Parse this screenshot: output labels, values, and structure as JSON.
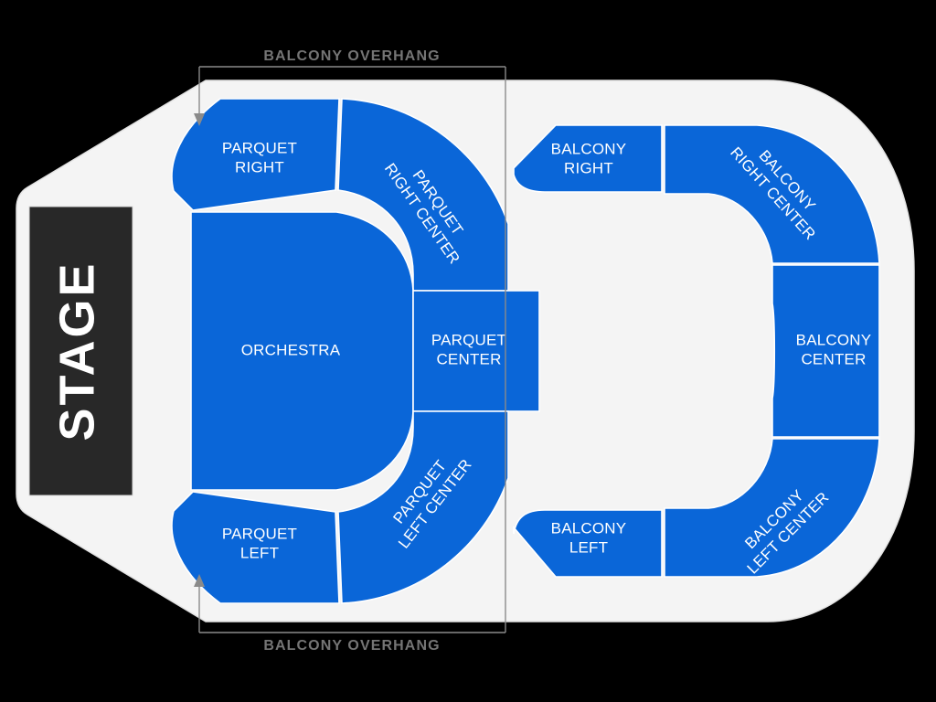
{
  "venue": {
    "stage": {
      "label": "STAGE"
    },
    "annotations": {
      "overhang_top": "BALCONY OVERHANG",
      "overhang_bottom": "BALCONY OVERHANG"
    },
    "colors": {
      "section_fill": "#0a66d8",
      "section_stroke": "#ffffff",
      "floor": "#f4f4f4",
      "stage_fill": "#282828",
      "annotation_text": "#757575",
      "background": "#000000"
    },
    "sections": [
      {
        "id": "parquet-right",
        "label_line1": "PARQUET",
        "label_line2": "RIGHT",
        "rotation": 0
      },
      {
        "id": "parquet-right-center",
        "label_line1": "PARQUET",
        "label_line2": "RIGHT CENTER",
        "rotation": 55
      },
      {
        "id": "orchestra",
        "label_line1": "ORCHESTRA",
        "label_line2": "",
        "rotation": 0
      },
      {
        "id": "parquet-center",
        "label_line1": "PARQUET",
        "label_line2": "CENTER",
        "rotation": 0
      },
      {
        "id": "parquet-left-center",
        "label_line1": "PARQUET",
        "label_line2": "LEFT CENTER",
        "rotation": -52
      },
      {
        "id": "parquet-left",
        "label_line1": "PARQUET",
        "label_line2": "LEFT",
        "rotation": 0
      },
      {
        "id": "balcony-right",
        "label_line1": "BALCONY",
        "label_line2": "RIGHT",
        "rotation": 0
      },
      {
        "id": "balcony-right-center",
        "label_line1": "BALCONY",
        "label_line2": "RIGHT CENTER",
        "rotation": 48
      },
      {
        "id": "balcony-center",
        "label_line1": "BALCONY",
        "label_line2": "CENTER",
        "rotation": 0
      },
      {
        "id": "balcony-left-center",
        "label_line1": "BALCONY",
        "label_line2": "LEFT CENTER",
        "rotation": -45
      },
      {
        "id": "balcony-left",
        "label_line1": "BALCONY",
        "label_line2": "LEFT",
        "rotation": 0
      }
    ]
  }
}
